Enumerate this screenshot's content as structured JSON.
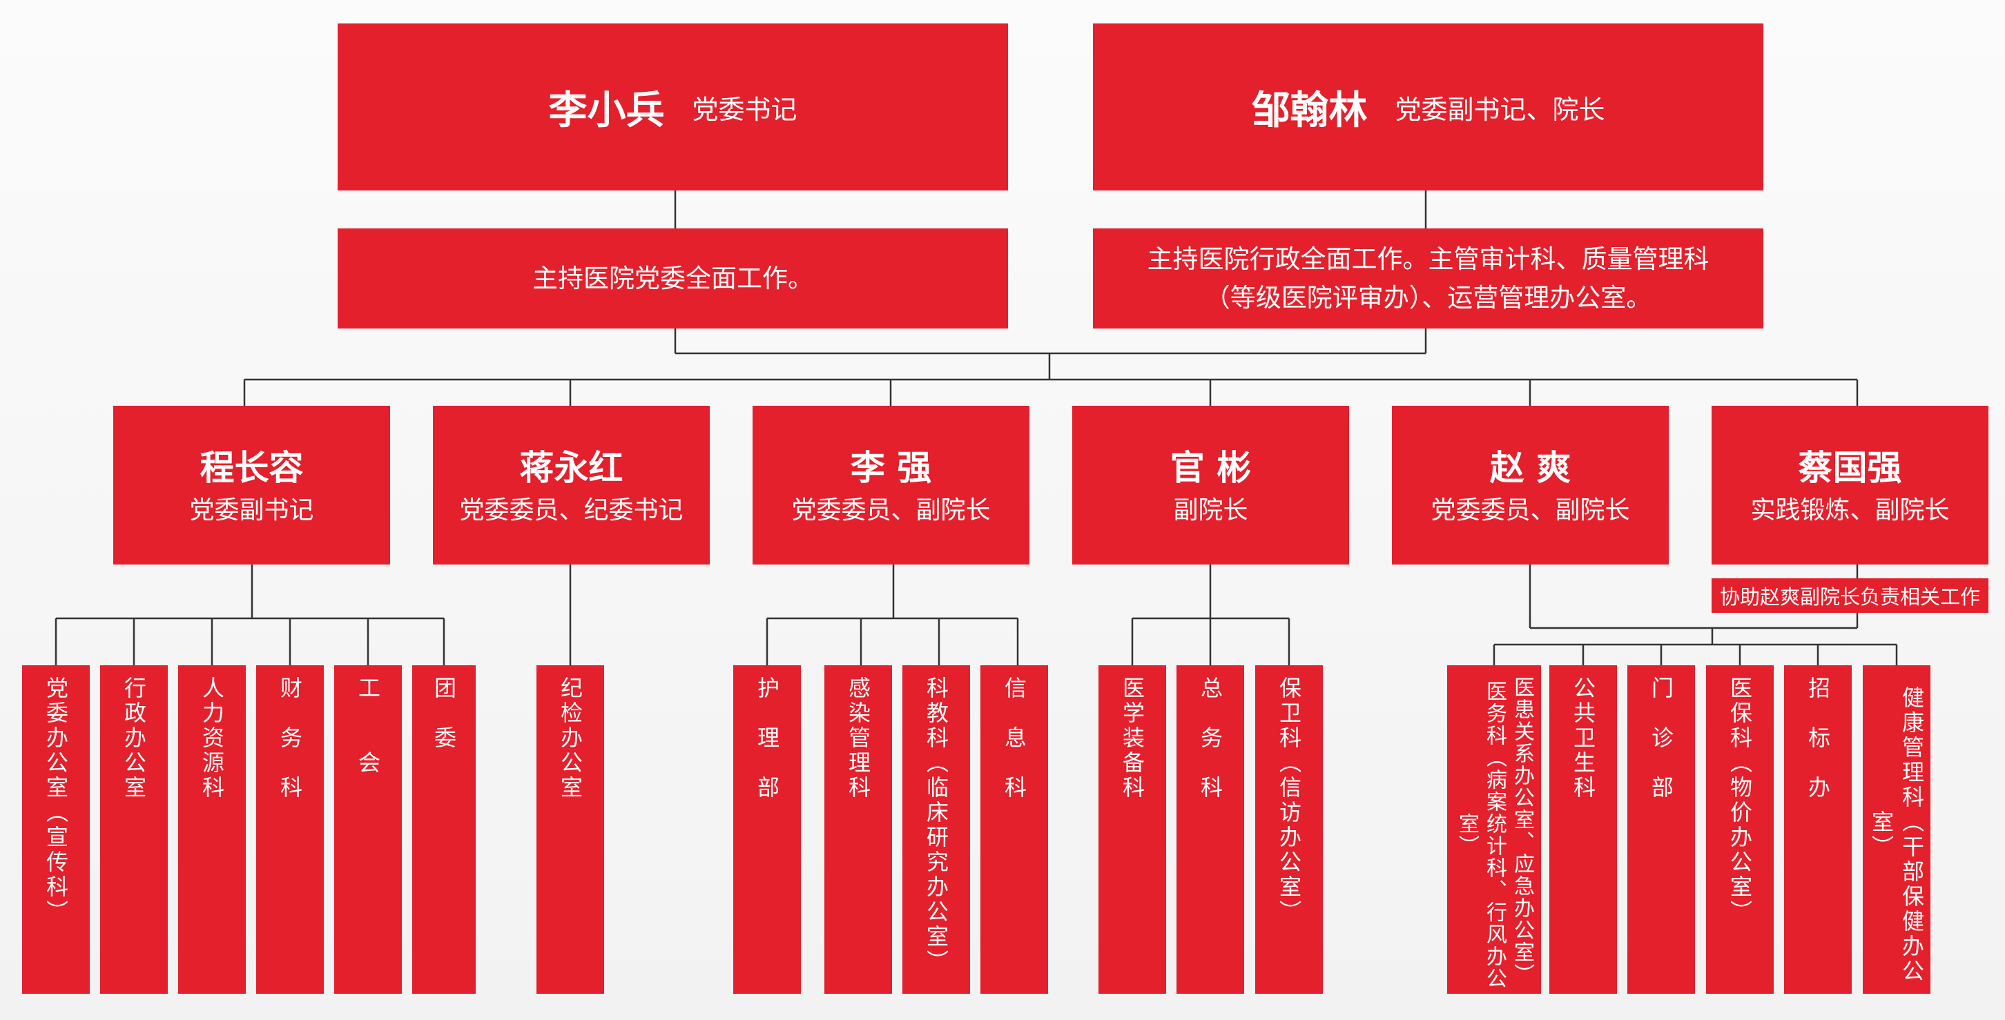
{
  "leaders": [
    {
      "name": "李小兵",
      "title": "党委书记",
      "duty": "主持医院党委全面工作。"
    },
    {
      "name": "邹翰林",
      "title": "党委副书记、院长",
      "duty": "主持医院行政全面工作。主管审计科、质量管理科\n（等级医院评审办）、运营管理办公室。"
    }
  ],
  "vice_leaders": [
    {
      "name": "程长容",
      "title": "党委副书记"
    },
    {
      "name": "蒋永红",
      "title": "党委委员、纪委书记"
    },
    {
      "name": "李 强",
      "title": "党委委员、副院长"
    },
    {
      "name": "官 彬",
      "title": "副院长"
    },
    {
      "name": "赵 爽",
      "title": "党委委员、副院长"
    },
    {
      "name": "蔡国强",
      "title": "实践锻炼、副院长"
    }
  ],
  "note": "协助赵爽副院长负责相关工作",
  "departments": [
    "党委办公室（宣传科）",
    "行政办公室",
    "人力资源科",
    "财　务　科",
    "工　　会",
    "团　委",
    "纪检办公室",
    "护　理　部",
    "感染管理科",
    "科教科（临床研究办公室）",
    "信　息　科",
    "医学装备科",
    "总　务　科",
    "保卫科（信访办公室）",
    "医务科（病案统计科、行风办公室）",
    "医患关系办公室、应急办公室）",
    "公共卫生科",
    "门　诊　部",
    "医保科（物价办公室）",
    "招　标　办",
    "健康管理科（干部保健办公室）"
  ],
  "colors": {
    "box": "#e3202c",
    "line": "#333333",
    "text": "#ffffff"
  }
}
